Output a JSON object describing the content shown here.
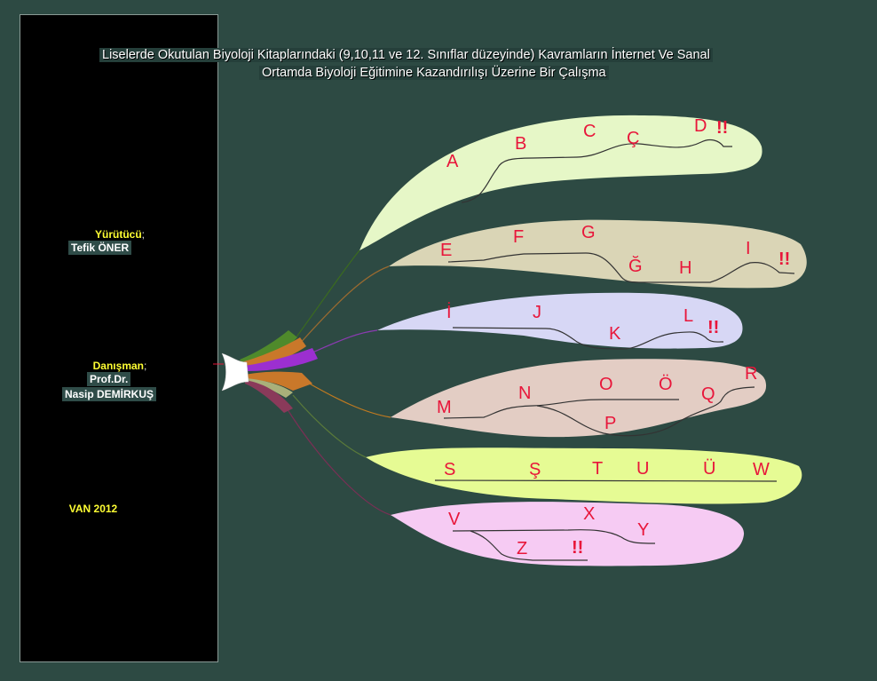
{
  "title": {
    "line1": "Liselerde Okutulan Biyoloji Kitaplarındaki (9,10,11 ve 12. Sınıflar düzeyinde)  Kavramların İnternet Ve Sanal",
    "line2": "Ortamda Biyoloji Eğitimine Kazandırılışı Üzerine Bir Çalışma"
  },
  "sidebar": {
    "executor_label": "Yürütücü",
    "executor_name": "Tefik  ÖNER",
    "advisor_label": "Danışman",
    "advisor_title": "Prof.Dr.",
    "advisor_name": "Nasip DEMİRKUŞ",
    "location_year": "VAN 2012",
    "separator": ";"
  },
  "colors": {
    "background": "#2d4a43",
    "letters": "#e8163a",
    "branch1": "#e6f7c7",
    "branch2": "#dad5b6",
    "branch3": "#d7d7f5",
    "branch4": "#e3cdc4",
    "branch5": "#e6fb94",
    "branch6": "#f6cbf3"
  },
  "branches": [
    {
      "labels": [
        "A",
        "B",
        "C",
        "Ç",
        "D",
        "!!"
      ]
    },
    {
      "labels": [
        "E",
        "F",
        "G",
        "Ğ",
        "H",
        "I",
        "!!"
      ]
    },
    {
      "labels": [
        "İ",
        "J",
        "K",
        "L",
        "!!"
      ]
    },
    {
      "labels": [
        "M",
        "N",
        "O",
        "Ö",
        "P",
        "Q",
        "R"
      ]
    },
    {
      "labels": [
        "S",
        "Ş",
        "T",
        "U",
        "Ü",
        "W"
      ]
    },
    {
      "labels": [
        "V",
        "X",
        "Y",
        "Z",
        "!!"
      ]
    }
  ]
}
